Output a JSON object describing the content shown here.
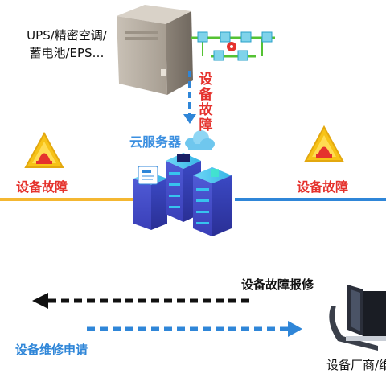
{
  "ups_label_line1": "UPS/精密空调/",
  "ups_label_line2": "蓄电池/EPS…",
  "fault_vertical": [
    "设",
    "备",
    "故",
    "障"
  ],
  "cloud_server_label": "云服务器",
  "fault_left": "设备故障",
  "fault_right": "设备故障",
  "repair_report_label": "设备故障报修",
  "repair_apply_label": "设备维修申请",
  "vendor_label": "设备厂商/维",
  "colors": {
    "fault_red": "#e5322d",
    "line_left_yellow": "#f4b731",
    "line_right_blue": "#2f86d8",
    "arrow_black": "#111111",
    "arrow_blue": "#2f86d8",
    "server_cyan": "#37c3ee",
    "warning_yellow": "#f7c317"
  },
  "icons": [
    "server-tower-icon",
    "pipe-network-icon",
    "warning-triangle-icon",
    "cloud-icon",
    "server-stack-icon",
    "monitor-icon"
  ]
}
